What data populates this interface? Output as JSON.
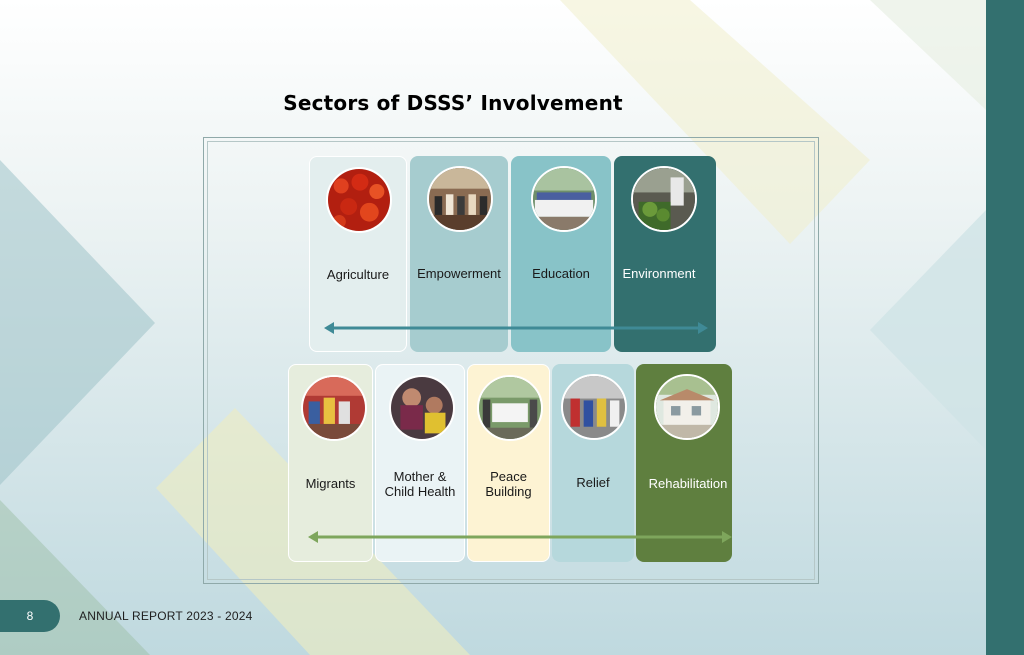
{
  "page": {
    "title": "Sectors of DSSS’ Involvement",
    "page_number": "8",
    "footer": "ANNUAL REPORT 2023 - 2024"
  },
  "sectors_row1": [
    {
      "label": "Agriculture",
      "color": "#e3eeee"
    },
    {
      "label": "Empowerment",
      "color": "#a6cccf"
    },
    {
      "label": "Education",
      "color": "#88c3c8"
    },
    {
      "label": "Environment",
      "color": "#33706f"
    }
  ],
  "sectors_row2": [
    {
      "label": "Migrants",
      "color": "#e6eddd"
    },
    {
      "label": "Mother &\nChild Health",
      "color": "#eaf3f5"
    },
    {
      "label": "Peace\nBuilding",
      "color": "#fdf3d3"
    },
    {
      "label": "Relief",
      "color": "#b6d8dc"
    },
    {
      "label": "Rehabilitation",
      "color": "#5f7f3f"
    }
  ],
  "colors": {
    "accent_teal": "#33706f",
    "arrow_teal": "#3f8a96",
    "arrow_green": "#7ea65c"
  }
}
